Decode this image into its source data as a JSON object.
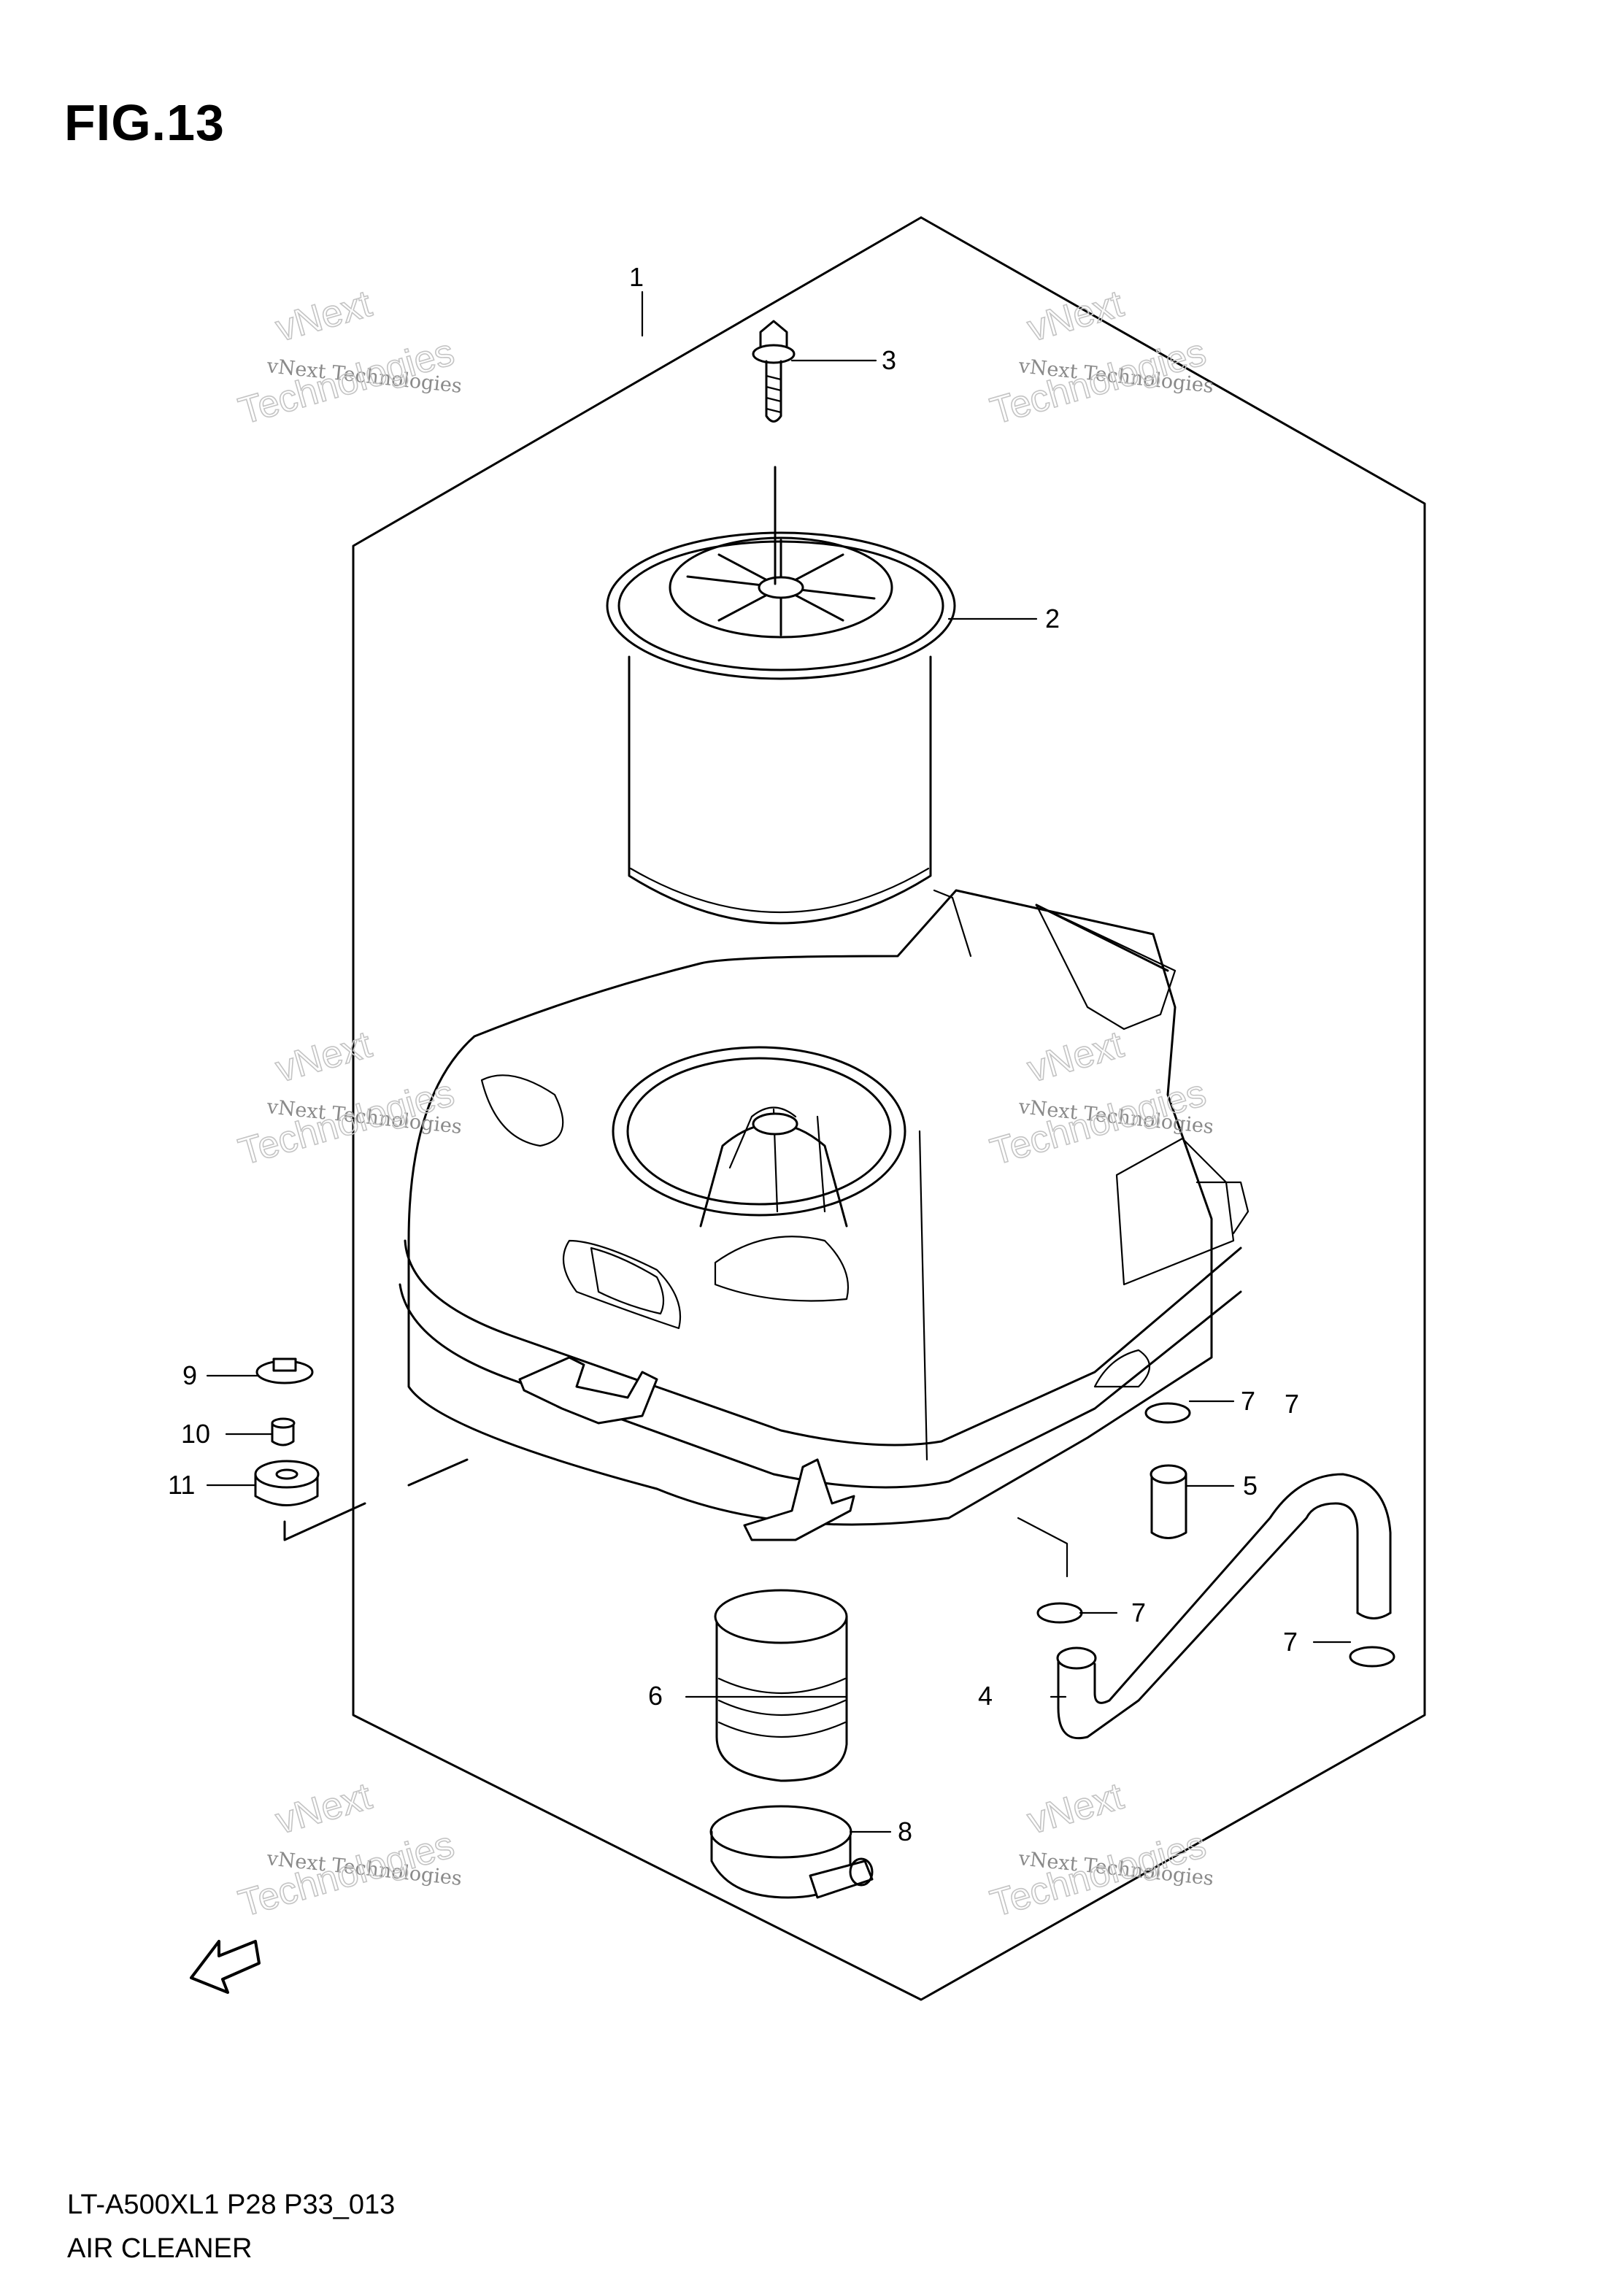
{
  "figure": {
    "title": "FIG.13"
  },
  "footer": {
    "code": "LT-A500XL1 P28 P33_013",
    "name": "AIR CLEANER"
  },
  "fwd_label": "FWD",
  "callouts": [
    "1",
    "2",
    "3",
    "4",
    "5",
    "6",
    "7",
    "7",
    "7",
    "7",
    "8",
    "9",
    "10",
    "11"
  ],
  "watermark": {
    "line1": "vNext Technologies",
    "line2": "vNext",
    "line3": "Technologies"
  }
}
